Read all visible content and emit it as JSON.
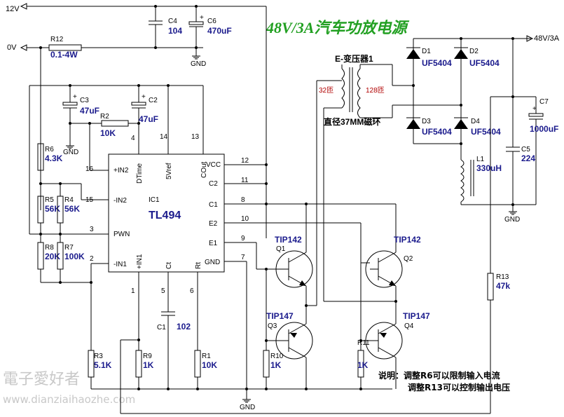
{
  "title": "48V/3A汽车功放电源",
  "rails": {
    "v12": "12V",
    "v0": "0V",
    "out": "48V/3A",
    "gnd": "GND"
  },
  "ic": {
    "ref": "IC1",
    "part": "TL494",
    "pins": {
      "p1": "1",
      "p2": "2",
      "p3": "3",
      "p4": "4",
      "p5": "5",
      "p6": "6",
      "p7": "7",
      "p8": "8",
      "p9": "9",
      "p10": "10",
      "p11": "11",
      "p12": "12",
      "p13": "13",
      "p14": "14",
      "p15": "15",
      "p16": "16"
    },
    "pin_names": {
      "in2p": "+IN2",
      "in2n": "-IN2",
      "pwn": "PWN",
      "in1n": "-IN1",
      "vcc": "VCC",
      "c2": "C2",
      "c1": "C1",
      "e2": "E2",
      "e1": "E1",
      "gnd": "GND",
      "dtime": "DTime",
      "vref": "5Vref",
      "cout": "COut",
      "in1p": "+IN1",
      "ct": "Ct",
      "rt": "Rt"
    }
  },
  "parts": {
    "c4": {
      "ref": "C4",
      "value": "104"
    },
    "c6": {
      "ref": "C6",
      "value": "470uF"
    },
    "r12": {
      "ref": "R12",
      "value": "0.1-4W"
    },
    "c3": {
      "ref": "C3",
      "value": "47uF"
    },
    "c2": {
      "ref": "C2",
      "value": "47uF"
    },
    "r2": {
      "ref": "R2",
      "value": "10K"
    },
    "r6": {
      "ref": "R6",
      "value": "4.3K"
    },
    "r5": {
      "ref": "R5",
      "value": "56K"
    },
    "r4": {
      "ref": "R4",
      "value": "56K"
    },
    "r8": {
      "ref": "R8",
      "value": "20K"
    },
    "r7": {
      "ref": "R7",
      "value": "100K"
    },
    "r3": {
      "ref": "R3",
      "value": "5.1K"
    },
    "r9": {
      "ref": "R9",
      "value": "1K"
    },
    "r1": {
      "ref": "R1",
      "value": "10K"
    },
    "c1": {
      "ref": "C1",
      "value": "102"
    },
    "r10": {
      "ref": "R10",
      "value": "1K"
    },
    "r11": {
      "ref": "R11",
      "value": "1K"
    },
    "q1": {
      "ref": "Q1",
      "value": "TIP142"
    },
    "q2": {
      "ref": "Q2",
      "value": "TIP142"
    },
    "q3": {
      "ref": "Q3",
      "value": "TIP147"
    },
    "q4": {
      "ref": "Q4",
      "value": "TIP147"
    },
    "t1": {
      "ref": "E-变压器1",
      "primary": "32匝",
      "secondary": "128匝",
      "core": "直径37MM磁环"
    },
    "d1": {
      "ref": "D1",
      "value": "UF5404"
    },
    "d2": {
      "ref": "D2",
      "value": "UF5404"
    },
    "d3": {
      "ref": "D3",
      "value": "UF5404"
    },
    "d4": {
      "ref": "D4",
      "value": "UF5404"
    },
    "l1": {
      "ref": "L1",
      "value": "330uH"
    },
    "c7": {
      "ref": "C7",
      "value": "1000uF"
    },
    "c5": {
      "ref": "C5",
      "value": "224"
    },
    "r13": {
      "ref": "R13",
      "value": "47k"
    }
  },
  "notes": {
    "line1": "说明：调整R6可以限制输入电流",
    "line2": "调整R13可以控制输出电压"
  },
  "watermark": {
    "cn": "電子愛好者",
    "url": "www.dianziaihaozhe.com"
  }
}
